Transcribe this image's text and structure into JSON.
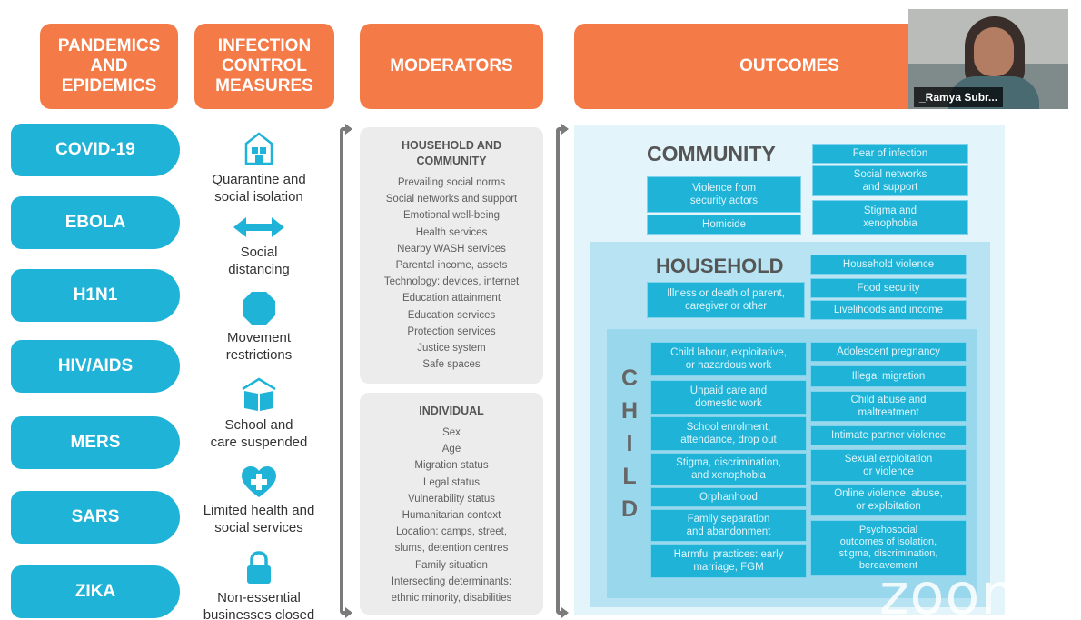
{
  "headers": {
    "pandemics": "PANDEMICS\nAND\nEPIDEMICS",
    "infection_control": "INFECTION\nCONTROL\nMEASURES",
    "moderators": "MODERATORS",
    "outcomes": "OUTCOMES"
  },
  "pandemics": [
    "COVID-19",
    "EBOLA",
    "H1N1",
    "HIV/AIDS",
    "MERS",
    "SARS",
    "ZIKA"
  ],
  "measures": [
    {
      "icon": "houses-icon",
      "label": "Quarantine and\nsocial isolation"
    },
    {
      "icon": "double-arrow-icon",
      "label": "Social\ndistancing"
    },
    {
      "icon": "octagon-stop-icon",
      "label": "Movement\nrestrictions"
    },
    {
      "icon": "school-book-icon",
      "label": "School and\ncare suspended"
    },
    {
      "icon": "heart-plus-icon",
      "label": "Limited health and\nsocial services"
    },
    {
      "icon": "lock-icon",
      "label": "Non-essential\nbusinesses closed"
    }
  ],
  "moderators": {
    "household_title": "HOUSEHOLD AND\nCOMMUNITY",
    "household_items": [
      "Prevailing social norms",
      "Social networks and support",
      "Emotional well-being",
      "Health services",
      "Nearby WASH services",
      "Parental income, assets",
      "Technology: devices, internet",
      "Education attainment",
      "Education services",
      "Protection services",
      "Justice system",
      "Safe spaces"
    ],
    "individual_title": "INDIVIDUAL",
    "individual_items": [
      "Sex",
      "Age",
      "Migration status",
      "Legal status",
      "Vulnerability status",
      "Humanitarian context",
      "Location: camps, street,\nslums, detention centres",
      "Family situation",
      "Intersecting determinants:\nethnic minority, disabilities"
    ]
  },
  "outcomes": {
    "community_title": "COMMUNITY",
    "community_left": [
      "Violence from\nsecurity actors",
      "Homicide"
    ],
    "community_right": [
      "Fear of infection",
      "Social networks\nand support",
      "Stigma and\nxenophobia"
    ],
    "household_title": "HOUSEHOLD",
    "household_left": [
      "Illness or death of parent,\ncaregiver or other"
    ],
    "household_right": [
      "Household violence",
      "Food security",
      "Livelihoods and income"
    ],
    "child_letters": [
      "C",
      "H",
      "I",
      "L",
      "D"
    ],
    "child_left": [
      "Child labour, exploitative,\nor hazardous work",
      "Unpaid care and\ndomestic work",
      "School enrolment,\nattendance, drop out",
      "Stigma, discrimination,\nand xenophobia",
      "Orphanhood",
      "Family separation\nand abandonment",
      "Harmful practices: early\nmarriage, FGM"
    ],
    "child_right": [
      "Adolescent pregnancy",
      "Illegal migration",
      "Child abuse and\nmaltreatment",
      "Intimate partner violence",
      "Sexual exploitation\nor violence",
      "Online violence, abuse,\nor exploitation",
      "Psychosocial\noutcomes of isolation,\nstigma, discrimination,\nbereavement"
    ]
  },
  "video": {
    "participant_name": "_Ramya Subr..."
  },
  "watermark": "zoom",
  "colors": {
    "orange": "#f47a48",
    "blue": "#1fb3d7",
    "light_blue": "#e3f4fb"
  }
}
